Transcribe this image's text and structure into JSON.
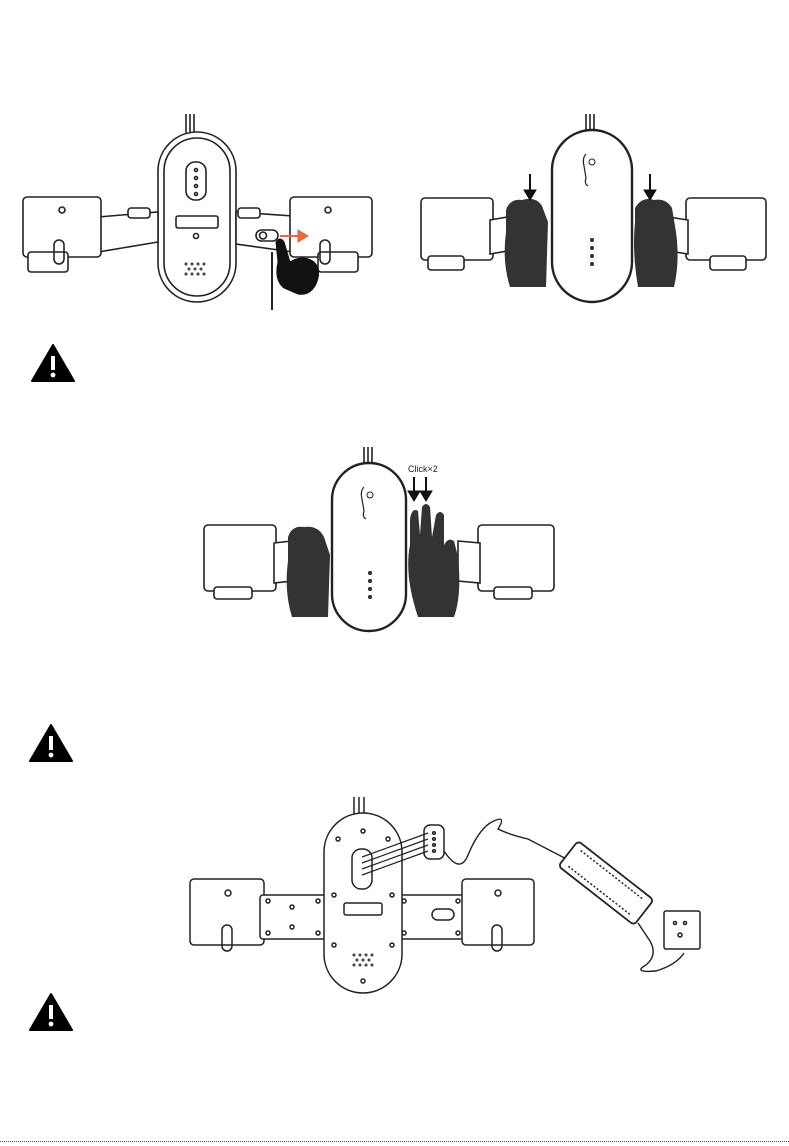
{
  "figures": {
    "unlock": {
      "name": "unlock-scooter-diagram"
    },
    "press_both": {
      "name": "press-both-handles-diagram"
    },
    "double_click": {
      "name": "double-click-diagram",
      "click_label": "Click×2"
    },
    "charging": {
      "name": "charging-diagram"
    }
  },
  "icons": {
    "warning": "warning-triangle-icon"
  },
  "colors": {
    "ink": "#111111",
    "hand": "#333333",
    "accent": "#e8663d",
    "line": "#222222"
  }
}
